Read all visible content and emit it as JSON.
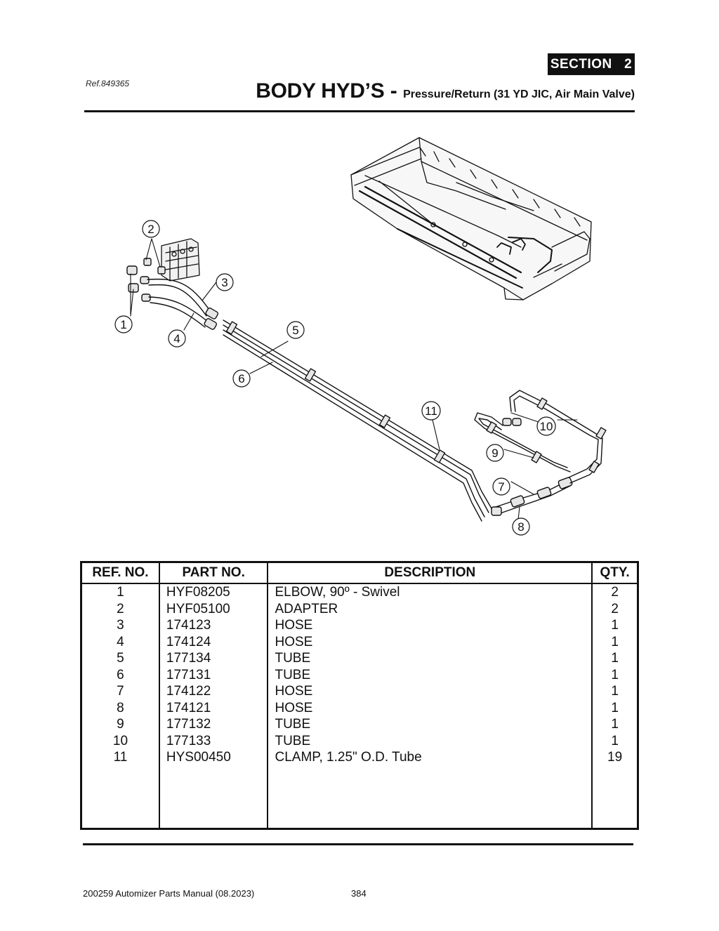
{
  "header": {
    "section_label": "SECTION   2",
    "ref": "Ref.849365",
    "title_main": "BODY HYD’S",
    "title_sep": " - ",
    "title_sub": "Pressure/Return (31 YD JIC, Air Main Valve)"
  },
  "diagram": {
    "callouts": [
      "1",
      "2",
      "3",
      "4",
      "5",
      "6",
      "7",
      "8",
      "9",
      "10",
      "11"
    ]
  },
  "table": {
    "columns": [
      "REF. NO.",
      "PART NO.",
      "DESCRIPTION",
      "QTY."
    ],
    "rows": [
      {
        "ref": "1",
        "part": "HYF08205",
        "desc": "ELBOW, 90º - Swivel",
        "qty": "2"
      },
      {
        "ref": "2",
        "part": "HYF05100",
        "desc": "ADAPTER",
        "qty": "2"
      },
      {
        "ref": "3",
        "part": "174123",
        "desc": "HOSE",
        "qty": "1"
      },
      {
        "ref": "4",
        "part": "174124",
        "desc": "HOSE",
        "qty": "1"
      },
      {
        "ref": "5",
        "part": "177134",
        "desc": "TUBE",
        "qty": "1"
      },
      {
        "ref": "6",
        "part": "177131",
        "desc": "TUBE",
        "qty": "1"
      },
      {
        "ref": "7",
        "part": "174122",
        "desc": "HOSE",
        "qty": "1"
      },
      {
        "ref": "8",
        "part": "174121",
        "desc": "HOSE",
        "qty": "1"
      },
      {
        "ref": "9",
        "part": "177132",
        "desc": "TUBE",
        "qty": "1"
      },
      {
        "ref": "10",
        "part": "177133",
        "desc": "TUBE",
        "qty": "1"
      },
      {
        "ref": "11",
        "part": "HYS00450",
        "desc": "CLAMP, 1.25\" O.D. Tube",
        "qty": "19"
      }
    ]
  },
  "footer": {
    "manual": "200259 Automizer Parts Manual (08.2023)",
    "page": "384"
  }
}
